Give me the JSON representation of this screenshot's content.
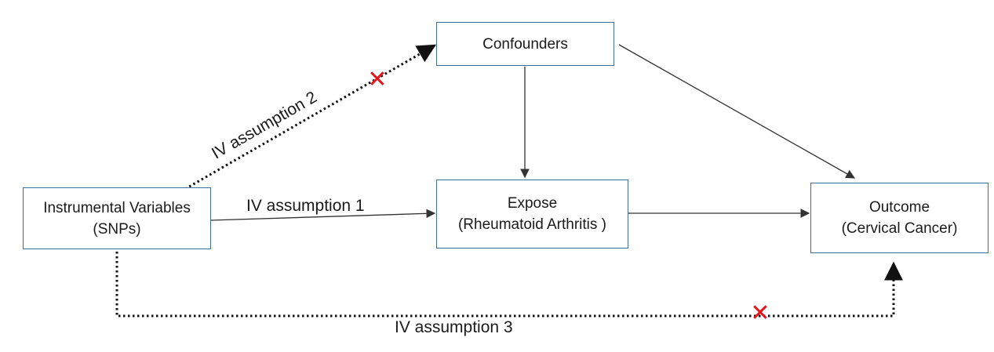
{
  "nodes": {
    "instrumental": {
      "line1": "Instrumental Variables",
      "line2": "(SNPs)"
    },
    "confounders": {
      "line1": "Confounders"
    },
    "expose": {
      "line1": "Expose",
      "line2": "(Rheumatoid Arthritis )"
    },
    "outcome": {
      "line1": "Outcome",
      "line2": "(Cervical Cancer)"
    }
  },
  "labels": {
    "assumption1": "IV assumption 1",
    "assumption2": "IV assumption 2",
    "assumption3": "IV assumption 3"
  },
  "markers": {
    "cross": "✕",
    "cross_color": "#e0161b"
  },
  "colors": {
    "box_border": "#3f6f9c",
    "arrow": "#333333"
  }
}
